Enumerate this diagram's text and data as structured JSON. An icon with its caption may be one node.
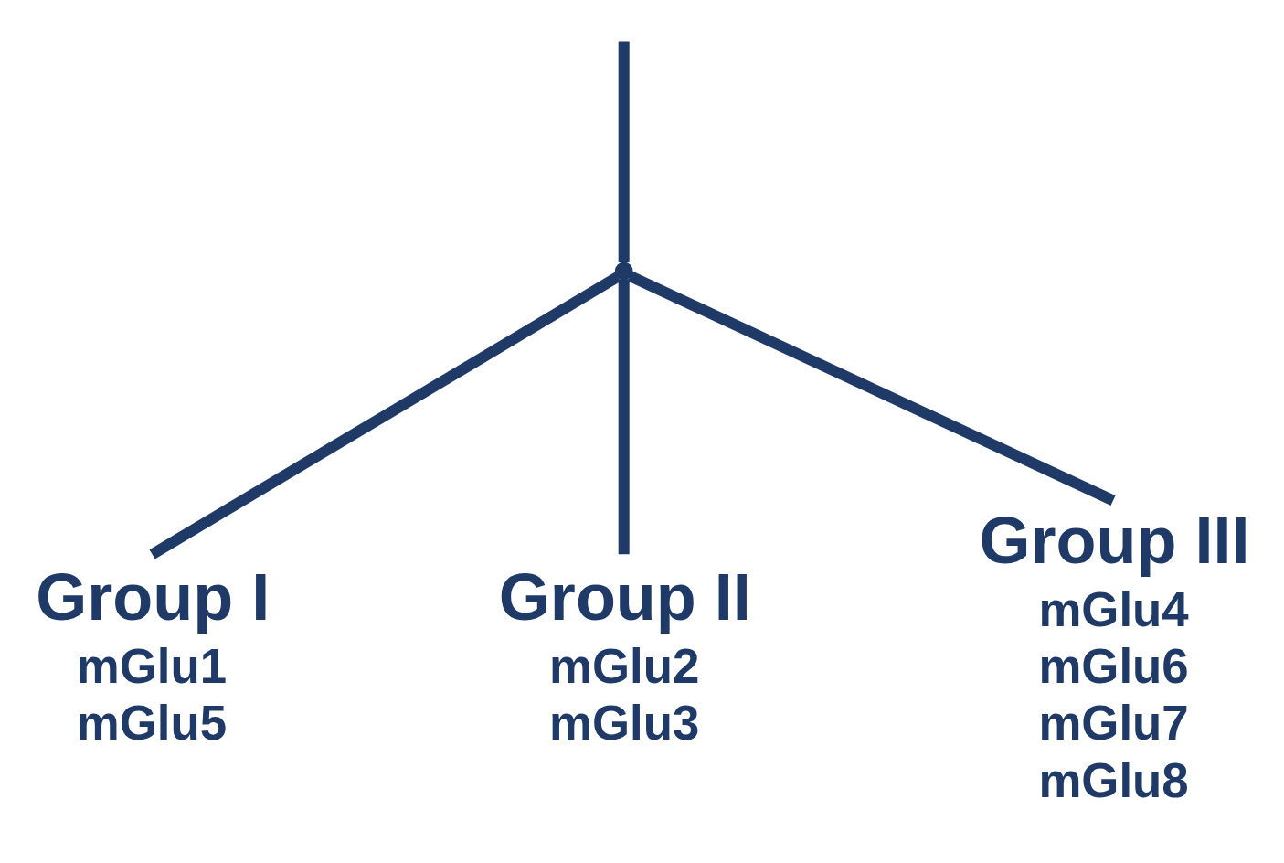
{
  "diagram": {
    "nodes": [
      {
        "text": [
          "Group I",
          "mGlu1",
          "mGlu5"
        ]
      },
      {
        "text": [
          "Group II",
          "mGlu2",
          "mGlu3"
        ]
      },
      {
        "text": [
          "Group III",
          "mGlu4",
          "mGlu6",
          "mGlu7",
          "mGlu8"
        ]
      },
      {
        "text": [],
        "shape": "point"
      }
    ],
    "edges": [
      {
        "from": null,
        "to": 3,
        "arrow": "none"
      },
      {
        "from": 3,
        "to": 0,
        "arrow": "none"
      },
      {
        "from": 3,
        "to": 1,
        "arrow": "none"
      },
      {
        "from": 3,
        "to": 2,
        "arrow": "none"
      }
    ]
  }
}
